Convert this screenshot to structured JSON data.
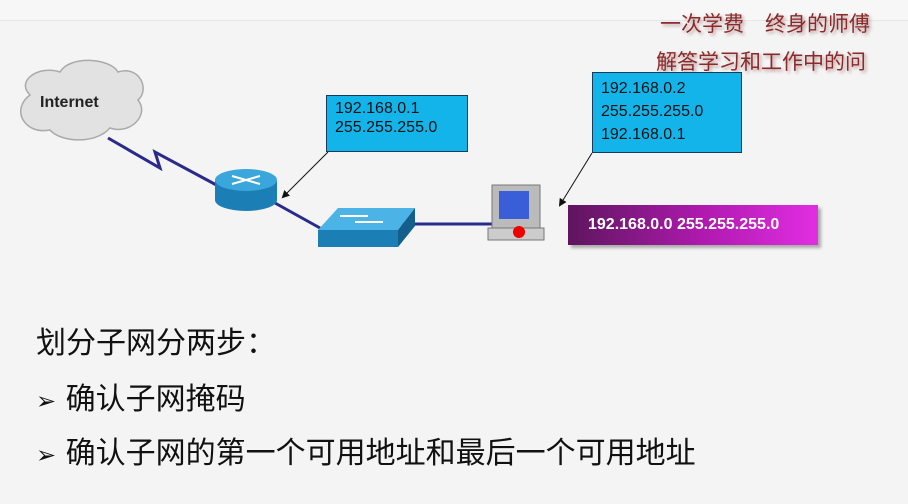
{
  "promo": {
    "line1": "一次学费　终身的师傅",
    "line2": "解答学习和工作中的问"
  },
  "diagram": {
    "cloud_label": "Internet",
    "router_box": [
      "192.168.0.1",
      "255.255.255.0"
    ],
    "pc_box": [
      "192.168.0.2",
      "255.255.255.0",
      "192.168.0.1"
    ],
    "network_label": "192.168.0.0 255.255.255.0"
  },
  "content": {
    "heading": "划分子网分两步：",
    "bullet_symbol": "➢",
    "bullets": [
      "确认子网掩码",
      "确认子网的第一个可用地址和最后一个可用地址"
    ]
  },
  "colors": {
    "box": "#12b4ea",
    "purple": "#b01ab0",
    "link": "#2a2a8a",
    "promo": "#8b2a2a"
  }
}
